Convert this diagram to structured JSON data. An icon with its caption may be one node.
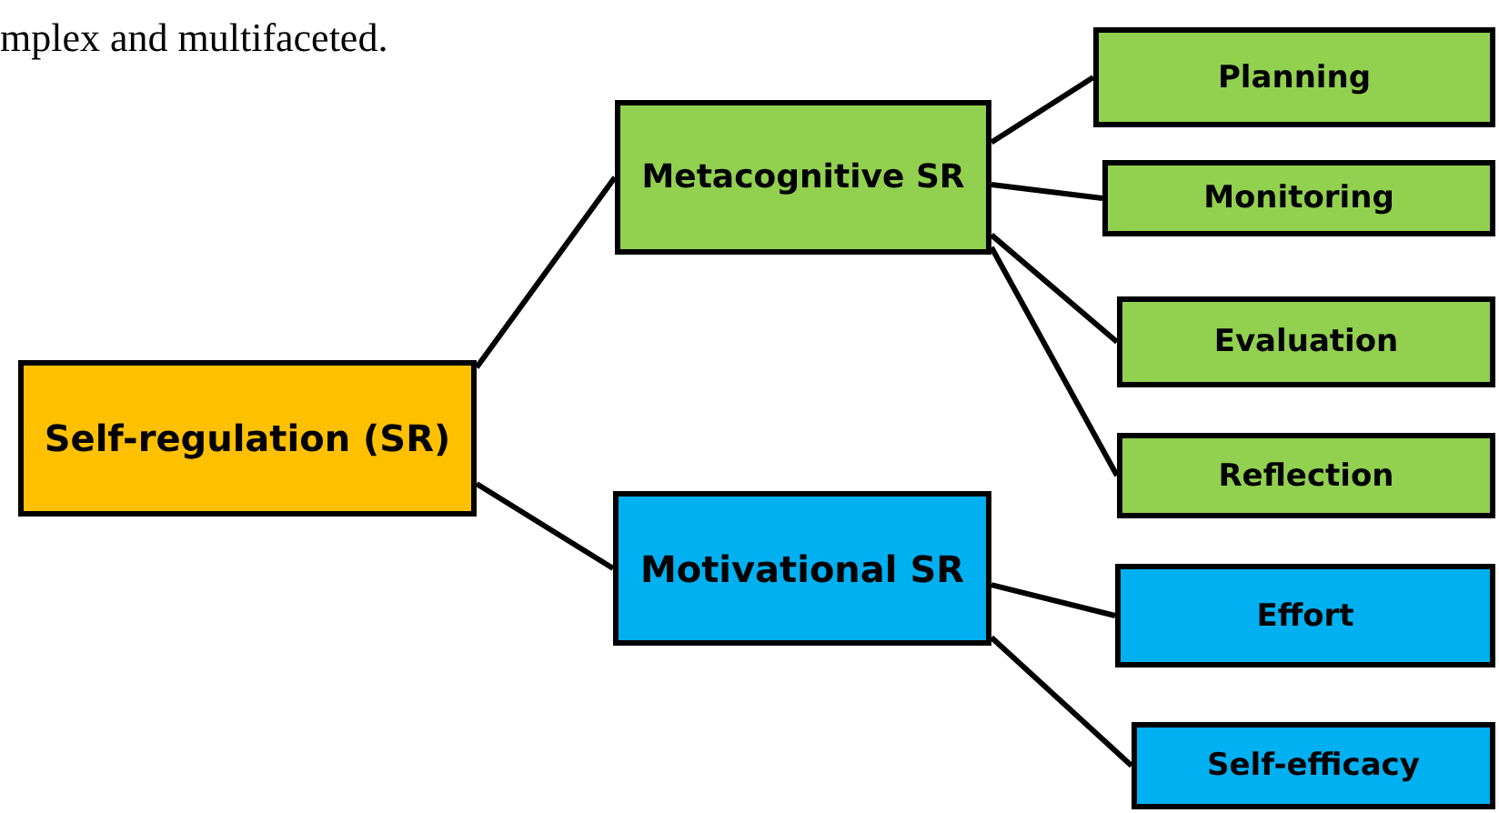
{
  "diagram": {
    "nodes": [
      {
        "text": [
          "Self-regulation (SR)"
        ]
      },
      {
        "text": [
          "Metacognitive SR"
        ]
      },
      {
        "text": [
          "Motivational SR"
        ]
      },
      {
        "text": [
          "Planning"
        ]
      },
      {
        "text": [
          "Monitoring"
        ]
      },
      {
        "text": [
          "Evaluation"
        ]
      },
      {
        "text": [
          "Reflection"
        ]
      },
      {
        "text": [
          "Effort"
        ]
      },
      {
        "text": [
          "Self-efficacy"
        ]
      }
    ],
    "edges": [
      {
        "from": 0,
        "to": 1,
        "arrow": "none"
      },
      {
        "from": 0,
        "to": 2,
        "arrow": "none"
      },
      {
        "from": 1,
        "to": 3,
        "arrow": "none"
      },
      {
        "from": 1,
        "to": 4,
        "arrow": "none"
      },
      {
        "from": 1,
        "to": 5,
        "arrow": "none"
      },
      {
        "from": 1,
        "to": 6,
        "arrow": "none"
      },
      {
        "from": 2,
        "to": 7,
        "arrow": "none"
      },
      {
        "from": 2,
        "to": 8,
        "arrow": "none"
      }
    ],
    "labels": [
      "mplex and multifaceted."
    ]
  }
}
